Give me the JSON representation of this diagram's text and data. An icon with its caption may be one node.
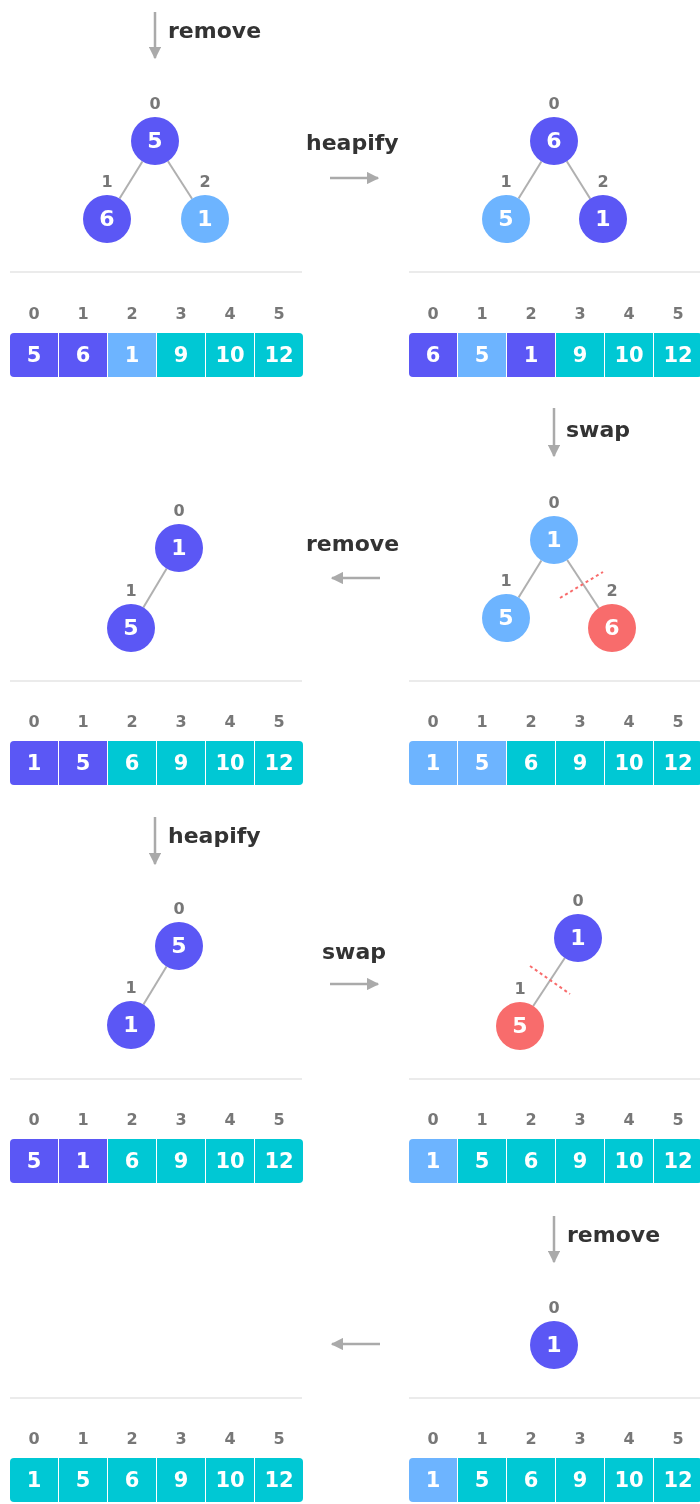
{
  "diagram": {
    "nodes": [
      {
        "text": [
          "5"
        ],
        "beside": [
          "0"
        ]
      },
      {
        "text": [
          "6"
        ],
        "beside": [
          "1"
        ]
      },
      {
        "text": [
          "1"
        ],
        "beside": [
          "2"
        ]
      },
      {
        "text": [
          "6"
        ],
        "beside": [
          "0"
        ]
      },
      {
        "text": [
          "5"
        ],
        "beside": [
          "1"
        ]
      },
      {
        "text": [
          "1"
        ],
        "beside": [
          "2"
        ]
      },
      {
        "text": [
          "5"
        ],
        "beside": [
          "0"
        ]
      },
      {
        "text": [
          "6"
        ],
        "beside": [
          "1"
        ]
      },
      {
        "text": [
          "1"
        ],
        "beside": [
          "2"
        ]
      },
      {
        "text": [
          "9"
        ],
        "beside": [
          "3"
        ]
      },
      {
        "text": [
          "10"
        ],
        "beside": [
          "4"
        ]
      },
      {
        "text": [
          "12"
        ],
        "beside": [
          "5"
        ]
      },
      {
        "text": [
          "6"
        ],
        "beside": [
          "0"
        ]
      },
      {
        "text": [
          "5"
        ],
        "beside": [
          "1"
        ]
      },
      {
        "text": [
          "1"
        ],
        "beside": [
          "2"
        ]
      },
      {
        "text": [
          "9"
        ],
        "beside": [
          "3"
        ]
      },
      {
        "text": [
          "10"
        ],
        "beside": [
          "4"
        ]
      },
      {
        "text": [
          "12"
        ],
        "beside": [
          "5"
        ]
      },
      {
        "text": [
          "1"
        ],
        "beside": [
          "0"
        ]
      },
      {
        "text": [
          "5"
        ],
        "beside": [
          "1"
        ]
      },
      {
        "text": [
          "1"
        ],
        "beside": [
          "0"
        ]
      },
      {
        "text": [
          "5"
        ],
        "beside": [
          "1"
        ]
      },
      {
        "text": [
          "6"
        ],
        "beside": [
          "2"
        ]
      },
      {
        "text": [
          "1"
        ],
        "beside": [
          "0"
        ]
      },
      {
        "text": [
          "5"
        ],
        "beside": [
          "1"
        ]
      },
      {
        "text": [
          "6"
        ],
        "beside": [
          "2"
        ]
      },
      {
        "text": [
          "9"
        ],
        "beside": [
          "3"
        ]
      },
      {
        "text": [
          "10"
        ],
        "beside": [
          "4"
        ]
      },
      {
        "text": [
          "12"
        ],
        "beside": [
          "5"
        ]
      },
      {
        "text": [
          "1"
        ],
        "beside": [
          "0"
        ]
      },
      {
        "text": [
          "5"
        ],
        "beside": [
          "1"
        ]
      },
      {
        "text": [
          "6"
        ],
        "beside": [
          "2"
        ]
      },
      {
        "text": [
          "9"
        ],
        "beside": [
          "3"
        ]
      },
      {
        "text": [
          "10"
        ],
        "beside": [
          "4"
        ]
      },
      {
        "text": [
          "12"
        ],
        "beside": [
          "5"
        ]
      },
      {
        "text": [
          "5"
        ],
        "beside": [
          "0"
        ]
      },
      {
        "text": [
          "1"
        ],
        "beside": [
          "1"
        ]
      },
      {
        "text": [
          "1"
        ],
        "beside": [
          "0"
        ]
      },
      {
        "text": [
          "5"
        ],
        "beside": [
          "1"
        ]
      },
      {
        "text": [
          "5"
        ],
        "beside": [
          "0"
        ]
      },
      {
        "text": [
          "1"
        ],
        "beside": [
          "1"
        ]
      },
      {
        "text": [
          "6"
        ],
        "beside": [
          "2"
        ]
      },
      {
        "text": [
          "9"
        ],
        "beside": [
          "3"
        ]
      },
      {
        "text": [
          "10"
        ],
        "beside": [
          "4"
        ]
      },
      {
        "text": [
          "12"
        ],
        "beside": [
          "5"
        ]
      },
      {
        "text": [
          "1"
        ],
        "beside": [
          "0"
        ]
      },
      {
        "text": [
          "5"
        ],
        "beside": [
          "1"
        ]
      },
      {
        "text": [
          "6"
        ],
        "beside": [
          "2"
        ]
      },
      {
        "text": [
          "9"
        ],
        "beside": [
          "3"
        ]
      },
      {
        "text": [
          "10"
        ],
        "beside": [
          "4"
        ]
      },
      {
        "text": [
          "12"
        ],
        "beside": [
          "5"
        ]
      },
      {
        "text": [
          "1"
        ],
        "beside": [
          "0"
        ]
      },
      {
        "text": [
          "1"
        ],
        "beside": [
          "0"
        ]
      },
      {
        "text": [
          "5"
        ],
        "beside": [
          "1"
        ]
      },
      {
        "text": [
          "6"
        ],
        "beside": [
          "2"
        ]
      },
      {
        "text": [
          "9"
        ],
        "beside": [
          "3"
        ]
      },
      {
        "text": [
          "10"
        ],
        "beside": [
          "4"
        ]
      },
      {
        "text": [
          "12"
        ],
        "beside": [
          "5"
        ]
      },
      {
        "text": [
          "1"
        ],
        "beside": [
          "0"
        ]
      },
      {
        "text": [
          "5"
        ],
        "beside": [
          "1"
        ]
      },
      {
        "text": [
          "6"
        ],
        "beside": [
          "2"
        ]
      },
      {
        "text": [
          "9"
        ],
        "beside": [
          "3"
        ]
      },
      {
        "text": [
          "10"
        ],
        "beside": [
          "4"
        ]
      },
      {
        "text": [
          "12"
        ],
        "beside": [
          "5"
        ]
      }
    ],
    "edges": [
      {
        "from": 0,
        "to": 1,
        "arrow": "none"
      },
      {
        "from": 0,
        "to": 2,
        "arrow": "none"
      },
      {
        "from": 3,
        "to": 4,
        "arrow": "none"
      },
      {
        "from": 3,
        "to": 5,
        "arrow": "none"
      },
      {
        "from": 18,
        "to": 19,
        "arrow": "none"
      },
      {
        "from": 20,
        "to": 21,
        "arrow": "none"
      },
      {
        "from": 20,
        "to": 22,
        "arrow": "none"
      },
      {
        "from": 35,
        "to": 36,
        "arrow": "none"
      },
      {
        "from": 37,
        "to": 38,
        "arrow": "none"
      }
    ],
    "labels": [
      "remove",
      "heapify",
      "swap",
      "remove",
      "heapify",
      "swap",
      "remove"
    ]
  }
}
